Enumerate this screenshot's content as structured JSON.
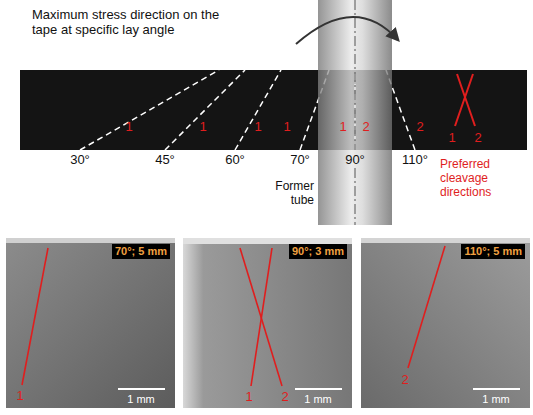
{
  "diagram": {
    "labels": [
      "Maximum stress direction on the tape at specific lay angle",
      "1",
      "1",
      "1",
      "1",
      "1",
      "2",
      "2",
      "1",
      "2",
      "30°",
      "45°",
      "60°",
      "70°",
      "90°",
      "110°",
      "Former tube",
      "Preferred cleavage directions",
      "70°; 5 mm",
      "1 mm",
      "1",
      "90°; 3 mm",
      "1 mm",
      "1",
      "2",
      "110°; 5 mm",
      "1 mm",
      "2"
    ]
  }
}
